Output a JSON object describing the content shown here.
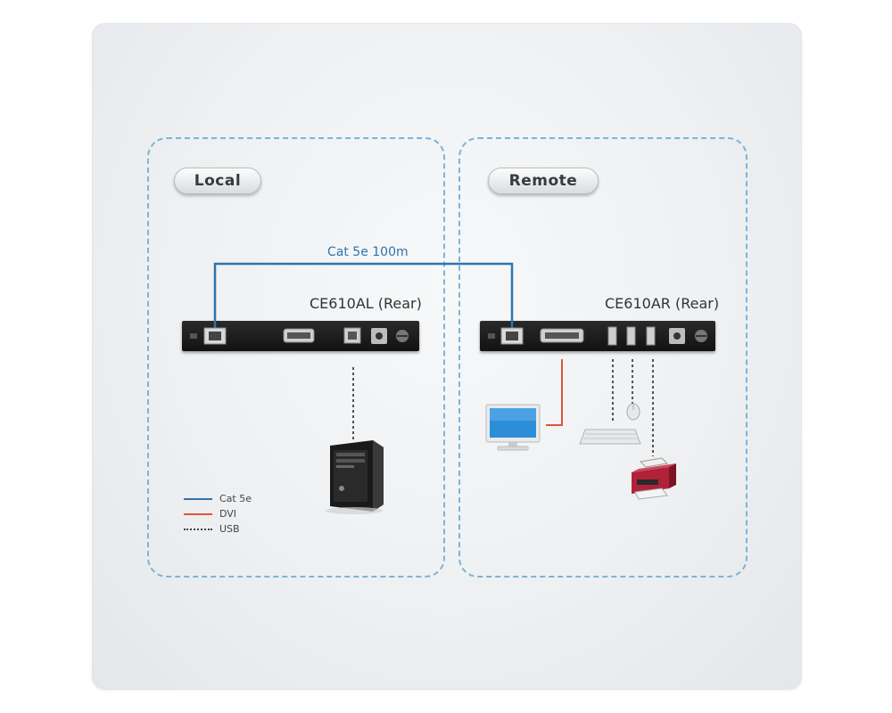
{
  "regions": {
    "local": {
      "label": "Local"
    },
    "remote": {
      "label": "Remote"
    }
  },
  "cable": {
    "label": "Cat 5e 100m"
  },
  "devices": {
    "local": {
      "label": "CE610AL (Rear)"
    },
    "remote": {
      "label": "CE610AR (Rear)"
    }
  },
  "legend": [
    {
      "label": "Cat 5e",
      "color": "#2f74ad",
      "style": "solid"
    },
    {
      "label": "DVI",
      "color": "#e0533c",
      "style": "solid"
    },
    {
      "label": "USB",
      "color": "#444444",
      "style": "dotted"
    }
  ],
  "colors": {
    "cat5e": "#2f74ad",
    "dvi": "#e0533c",
    "usb": "#555555",
    "region_border": "#7fb3d5"
  },
  "icons": {
    "computer": "desktop-tower-icon",
    "monitor": "monitor-icon",
    "keyboard": "keyboard-icon",
    "mouse": "mouse-icon",
    "printer": "printer-icon"
  }
}
